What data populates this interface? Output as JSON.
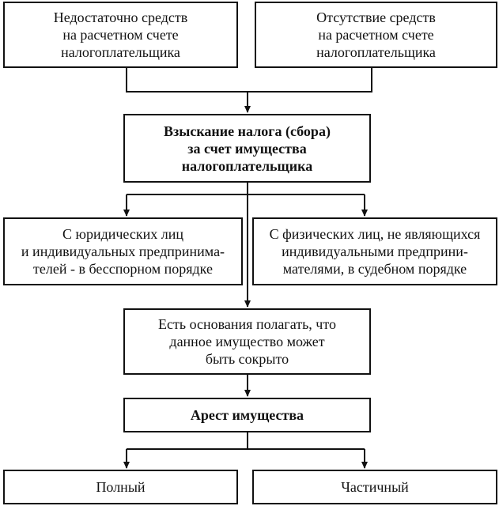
{
  "boxes": {
    "insufficient_funds": "Недостаточно средств\nна расчетном счете\nналогоплательщика",
    "absent_funds": "Отсутствие средств\nна расчетном счете\nналогоплательщика",
    "recovery": "Взыскание налога (сбора)\nза счет имущества\nналогоплательщика",
    "legal_entities": "С юридических лиц\nи индивидуальных предпринима-\nтелей  -  в бесспорном порядке",
    "individuals": "С физических лиц, не являющихся\nиндивидуальными предприни-\nмателями,     в судебном порядке",
    "grounds": "Есть основания полагать, что\nданное имущество может\nбыть сокрыто",
    "arrest": "Арест имущества",
    "full": "Полный",
    "partial": "Частичный"
  },
  "colors": {
    "line": "#111111",
    "background": "#ffffff"
  }
}
